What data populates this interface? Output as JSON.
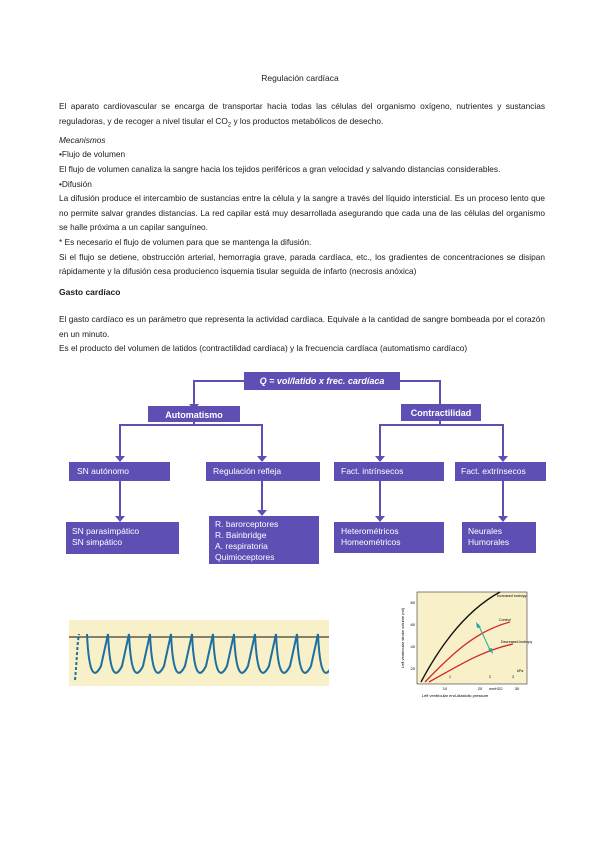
{
  "title": "Regulación cardíaca",
  "intro": {
    "p1_pre": "El aparato cardiovascular se encarga de transportar hacia todas las células del organismo oxígeno, nutrientes y sustancias reguladoras, y de recoger a nivel tisular el CO",
    "p1_sub": "2",
    "p1_post": " y los productos metabólicos de desecho.",
    "mecanismos": "Mecanismos",
    "flujo_head": "•Flujo de volumen",
    "flujo_text": "El flujo de volumen canaliza la sangre hacia los tejidos periféricos a gran velocidad y salvando distancias considerables.",
    "difusion_head": "•Difusión",
    "difusion_text": "La difusión produce el intercambio de sustancias entre la célula y la sangre a través del líquido intersticial. Es un proceso lento que no permite salvar grandes distancias. La red capilar está muy desarrollada asegurando que cada una de las células del organismo se halle próxima a un capilar sanguíneo.",
    "note": "* Es necesario el flujo de volumen para que se mantenga la difusión.",
    "detiene": "Si el flujo se detiene, obstrucción arterial, hemorragia grave, parada cardíaca, etc., los gradientes de concentraciones se disipan rápidamente y la difusión cesa producienco isquemia tisular seguida de infarto (necrosis anóxica)"
  },
  "gasto": {
    "title": "Gasto cardíaco",
    "p1": "El gasto cardíaco es un parámetro que representa la actividad cardíaca. Equivale a la cantidad de sangre bombeada por el corazón en un minuto.",
    "p2": "Es el producto del volumen de latidos (contractilidad cardíaca) y la frecuencia cardíaca (automatismo cardíaco)"
  },
  "diagram": {
    "formula": "Q = vol/latido x frec. cardíaca",
    "automatismo": "Automatismo",
    "contractilidad": "Contractilidad",
    "sn_autonomo": "SN autónomo",
    "regulacion_refleja": "Regulación refleja",
    "fact_intrinsecos": "Fact. intrínsecos",
    "fact_extrinsecos": "Fact. extrínsecos",
    "sn_list": [
      "SN parasimpático",
      "SN simpático"
    ],
    "reflejos_list": [
      "R. barorceptores",
      "R. Bainbridge",
      "A. respiratoria",
      "Quimioceptores"
    ],
    "intrinsecos_list": [
      "Heterométricos",
      "Homeométricos"
    ],
    "extrinsecos_list": [
      "Neurales",
      "Humorales"
    ],
    "box_color": "#5d4fb3"
  },
  "graph": {
    "ylabel": "Left ventricular stroke volume (ml)",
    "xlabel": "Left ventricular end-diastolic pressure",
    "xunit": "mmH2O",
    "kpa": "kPa",
    "curve_labels": [
      "Increased inotropy",
      "Control",
      "Decreased inotropy"
    ],
    "yticks": [
      "80",
      "60",
      "40",
      "20"
    ],
    "xticks": [
      "10",
      "20",
      "30"
    ],
    "xticks_kpa": [
      "1",
      "2",
      "3"
    ]
  }
}
